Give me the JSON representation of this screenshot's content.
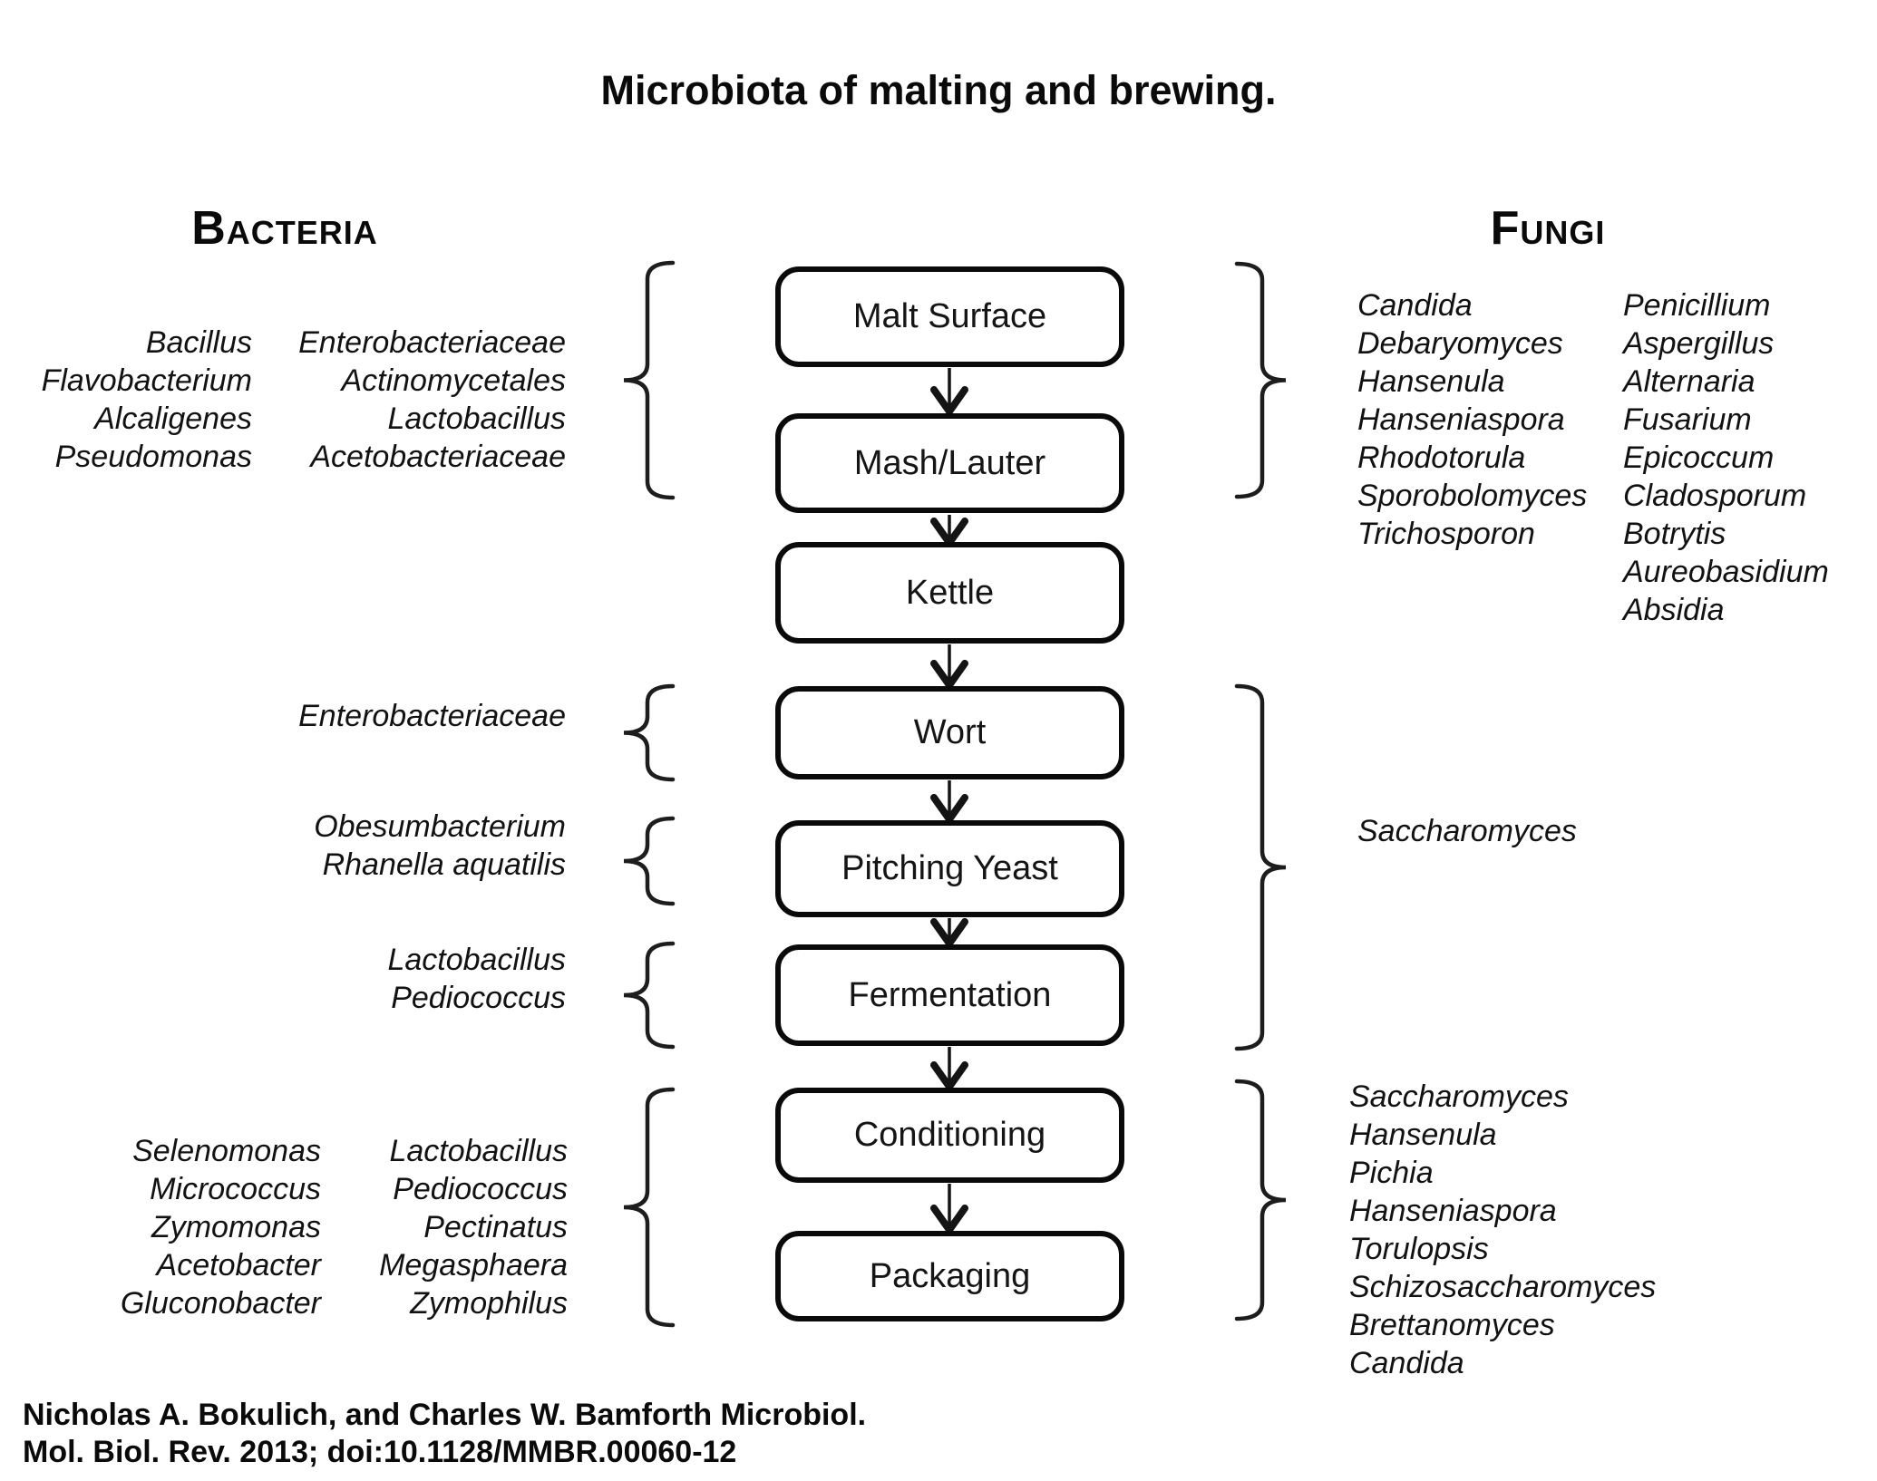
{
  "title": "Microbiota of malting and brewing.",
  "headers": {
    "left": "Bacteria",
    "right": "Fungi"
  },
  "flow": {
    "steps": [
      "Malt Surface",
      "Mash/Lauter",
      "Kettle",
      "Wort",
      "Pitching Yeast",
      "Fermentation",
      "Conditioning",
      "Packaging"
    ]
  },
  "bacteria": {
    "malt_mash": {
      "col1": [
        "Bacillus",
        "Flavobacterium",
        "Alcaligenes",
        "Pseudomonas"
      ],
      "col2": [
        "Enterobacteriaceae",
        "Actinomycetales",
        "Lactobacillus",
        "Acetobacteriaceae"
      ]
    },
    "wort": [
      "Enterobacteriaceae"
    ],
    "pitching_yeast": [
      "Obesumbacterium",
      "Rhanella aquatilis"
    ],
    "fermentation": [
      "Lactobacillus",
      "Pediococcus"
    ],
    "conditioning_packaging": {
      "col1": [
        "Selenomonas",
        "Micrococcus",
        "Zymomonas",
        "Acetobacter",
        "Gluconobacter"
      ],
      "col2": [
        "Lactobacillus",
        "Pediococcus",
        "Pectinatus",
        "Megasphaera",
        "Zymophilus"
      ]
    }
  },
  "fungi": {
    "malt_mash": {
      "col1": [
        "Candida",
        "Debaryomyces",
        "Hansenula",
        "Hanseniaspora",
        "Rhodotorula",
        "Sporobolomyces",
        "Trichosporon"
      ],
      "col2": [
        "Penicillium",
        "Aspergillus",
        "Alternaria",
        "Fusarium",
        "Epicoccum",
        "Cladosporum",
        "Botrytis",
        "Aureobasidium",
        "Absidia"
      ]
    },
    "wort_to_fermentation": [
      "Saccharomyces"
    ],
    "conditioning_packaging": [
      "Saccharomyces",
      "Hansenula",
      "Pichia",
      "Hanseniaspora",
      "Torulopsis",
      "Schizosaccharomyces",
      "Brettanomyces",
      "Candida"
    ]
  },
  "citation": {
    "line1": "Nicholas A. Bokulich, and Charles W. Bamforth Microbiol.",
    "line2": "Mol. Biol. Rev. 2013; doi:10.1128/MMBR.00060-12"
  },
  "colors": {
    "ink": "#0a0a0a",
    "background": "#ffffff"
  }
}
